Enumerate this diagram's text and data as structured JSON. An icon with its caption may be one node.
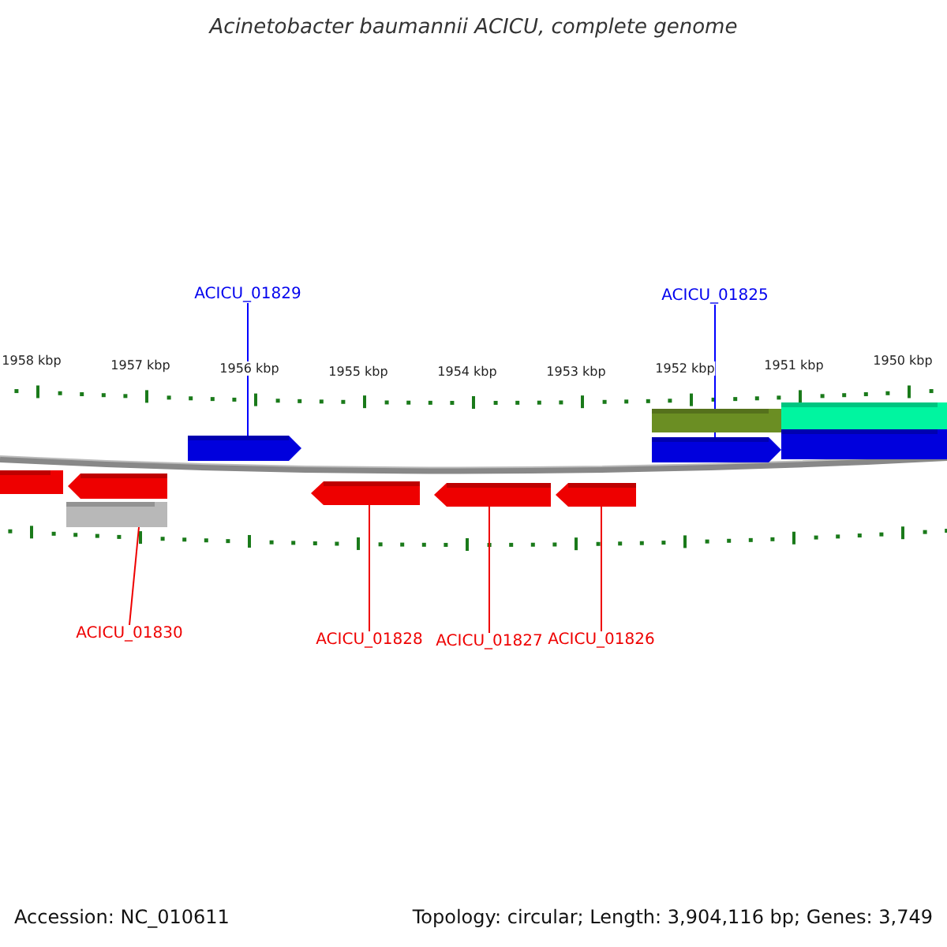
{
  "diagram": {
    "title": "Acinetobacter baumannii ACICU, complete genome",
    "nodes": [
      {
        "text": [
          "ACICU_01829"
        ]
      },
      {
        "text": [
          "ACICU_01825"
        ]
      },
      {
        "text": [
          "ACICU_01830"
        ]
      },
      {
        "text": [
          "ACICU_01828"
        ]
      },
      {
        "text": [
          "ACICU_01827"
        ]
      },
      {
        "text": [
          "ACICU_01826"
        ]
      },
      {
        "text": [],
        "shape": "bar"
      },
      {
        "text": [],
        "shape": "arrow"
      },
      {
        "text": [],
        "shape": "bar"
      },
      {
        "text": [],
        "shape": "arrow"
      },
      {
        "text": [],
        "shape": "arrow"
      },
      {
        "text": [],
        "shape": "arrow"
      },
      {
        "text": [],
        "shape": "arrow"
      },
      {
        "text": [],
        "shape": "bar"
      },
      {
        "text": [],
        "shape": "bar"
      },
      {
        "text": [],
        "shape": "arrow"
      },
      {
        "text": [],
        "shape": "bar"
      }
    ],
    "edges": [
      {
        "from": 0,
        "to": 9,
        "arrow": "none",
        "color": "#0000ff"
      },
      {
        "from": 1,
        "to": 15,
        "arrow": "none",
        "color": "#0000ff"
      },
      {
        "from": 2,
        "to": 8,
        "arrow": "none"
      },
      {
        "from": 3,
        "to": 10,
        "arrow": "none"
      },
      {
        "from": 4,
        "to": 11,
        "arrow": "none"
      },
      {
        "from": 5,
        "to": 12,
        "arrow": "none"
      }
    ],
    "labels": [
      "1958 kbp",
      "1957 kbp",
      "1956 kbp",
      "1955 kbp",
      "1954 kbp",
      "1953 kbp",
      "1952 kbp",
      "1951 kbp",
      "1950 kbp",
      "Accession: NC_010611",
      "Topology: circular; Length: 3,904,116 bp; Genes: 3,749"
    ]
  }
}
